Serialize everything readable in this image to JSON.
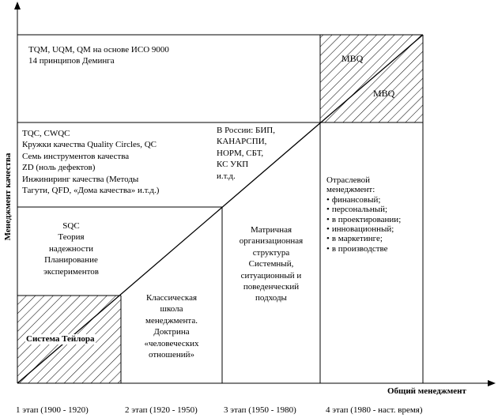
{
  "axes": {
    "y_label": "Менеджмент качества",
    "x_label": "Общий менеджмент"
  },
  "stages": [
    "1 этап (1900 - 1920)",
    "2 этап (1920 - 1950)",
    "3 этап (1950 - 1980)",
    "4 этап (1980 - наст. время)"
  ],
  "cells": {
    "top_full": [
      "TQM, UQM, QM на основе ИСО 9000",
      "14 принципов Деминга"
    ],
    "mbq_top": "MBQ",
    "mbq_diag": "MBQ",
    "tqc": [
      "TQC, CWQC",
      "Кружки качества Quality Circles, QC",
      "Семь инструментов качества",
      "ZD (ноль дефектов)",
      "Инжиниринг качества (Методы",
      "Тагути, QFD, «Дома качества» и.т.д.)"
    ],
    "russia": [
      "В России: БИП,",
      "КАНАРСПИ,",
      "НОРМ, СБТ,",
      "КС УКП",
      "и.т.д."
    ],
    "sqc": [
      "SQC",
      "Теория",
      "надежности",
      "Планирование",
      "экспериментов"
    ],
    "matrix": [
      "Матричная",
      "организационная",
      "структура",
      "Системный,",
      "ситуационный и",
      "поведенческий",
      "подходы"
    ],
    "branch_title": [
      "Отраслевой",
      "менеджмент:"
    ],
    "branch_items": [
      "финансовый;",
      "персональный;",
      "в проектировании;",
      "инновационный;",
      "в маркетинге;",
      "в производстве"
    ],
    "classic": [
      "Классическая",
      "школа",
      "менеджмента.",
      "Доктрина",
      "«человеческих",
      "отношений»"
    ],
    "taylor": "Система Тейлора"
  }
}
